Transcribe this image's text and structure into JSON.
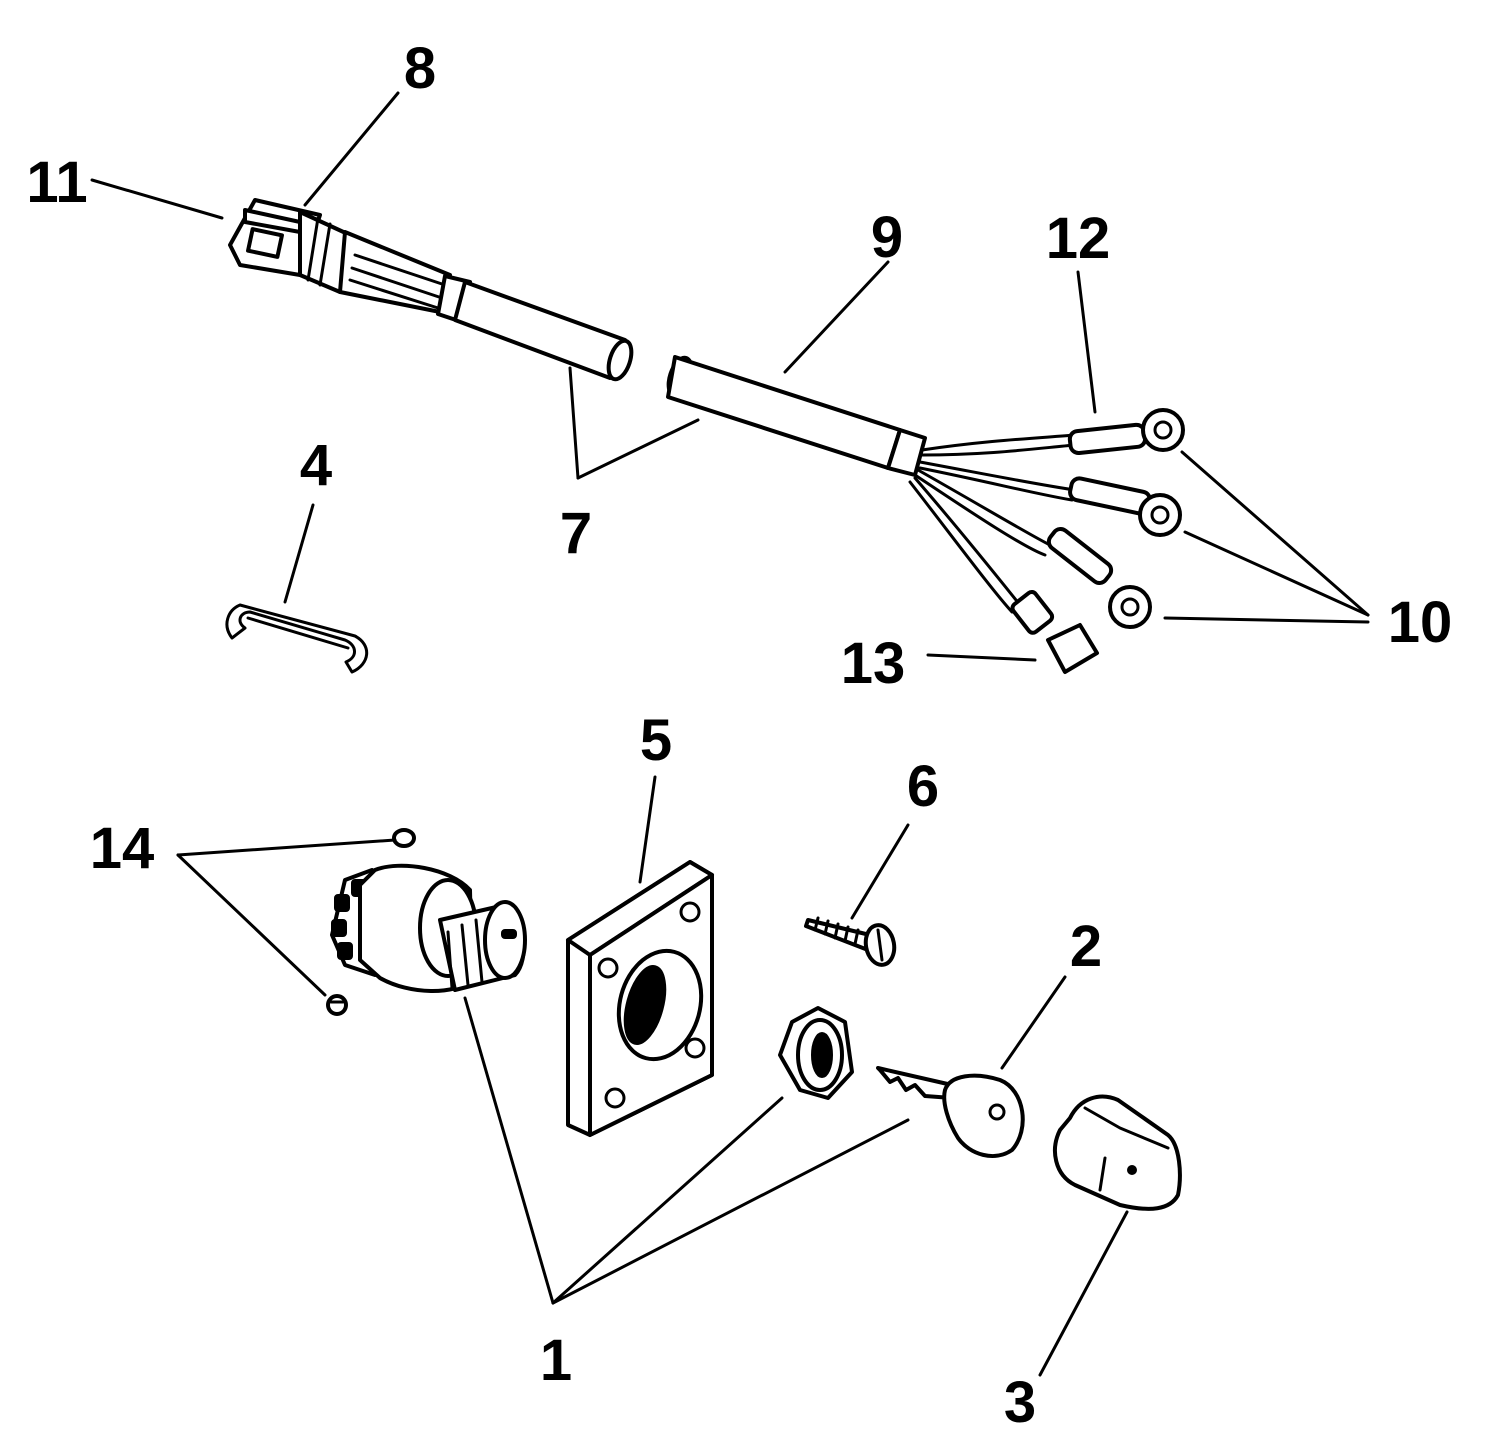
{
  "diagram": {
    "callouts": {
      "c1": "1",
      "c2": "2",
      "c3": "3",
      "c4": "4",
      "c5": "5",
      "c6": "6",
      "c7": "7",
      "c8": "8",
      "c9": "9",
      "c10": "10",
      "c11": "11",
      "c12": "12",
      "c13": "13",
      "c14": "14"
    },
    "colors": {
      "ink": "#000000",
      "paper": "#ffffff"
    }
  }
}
